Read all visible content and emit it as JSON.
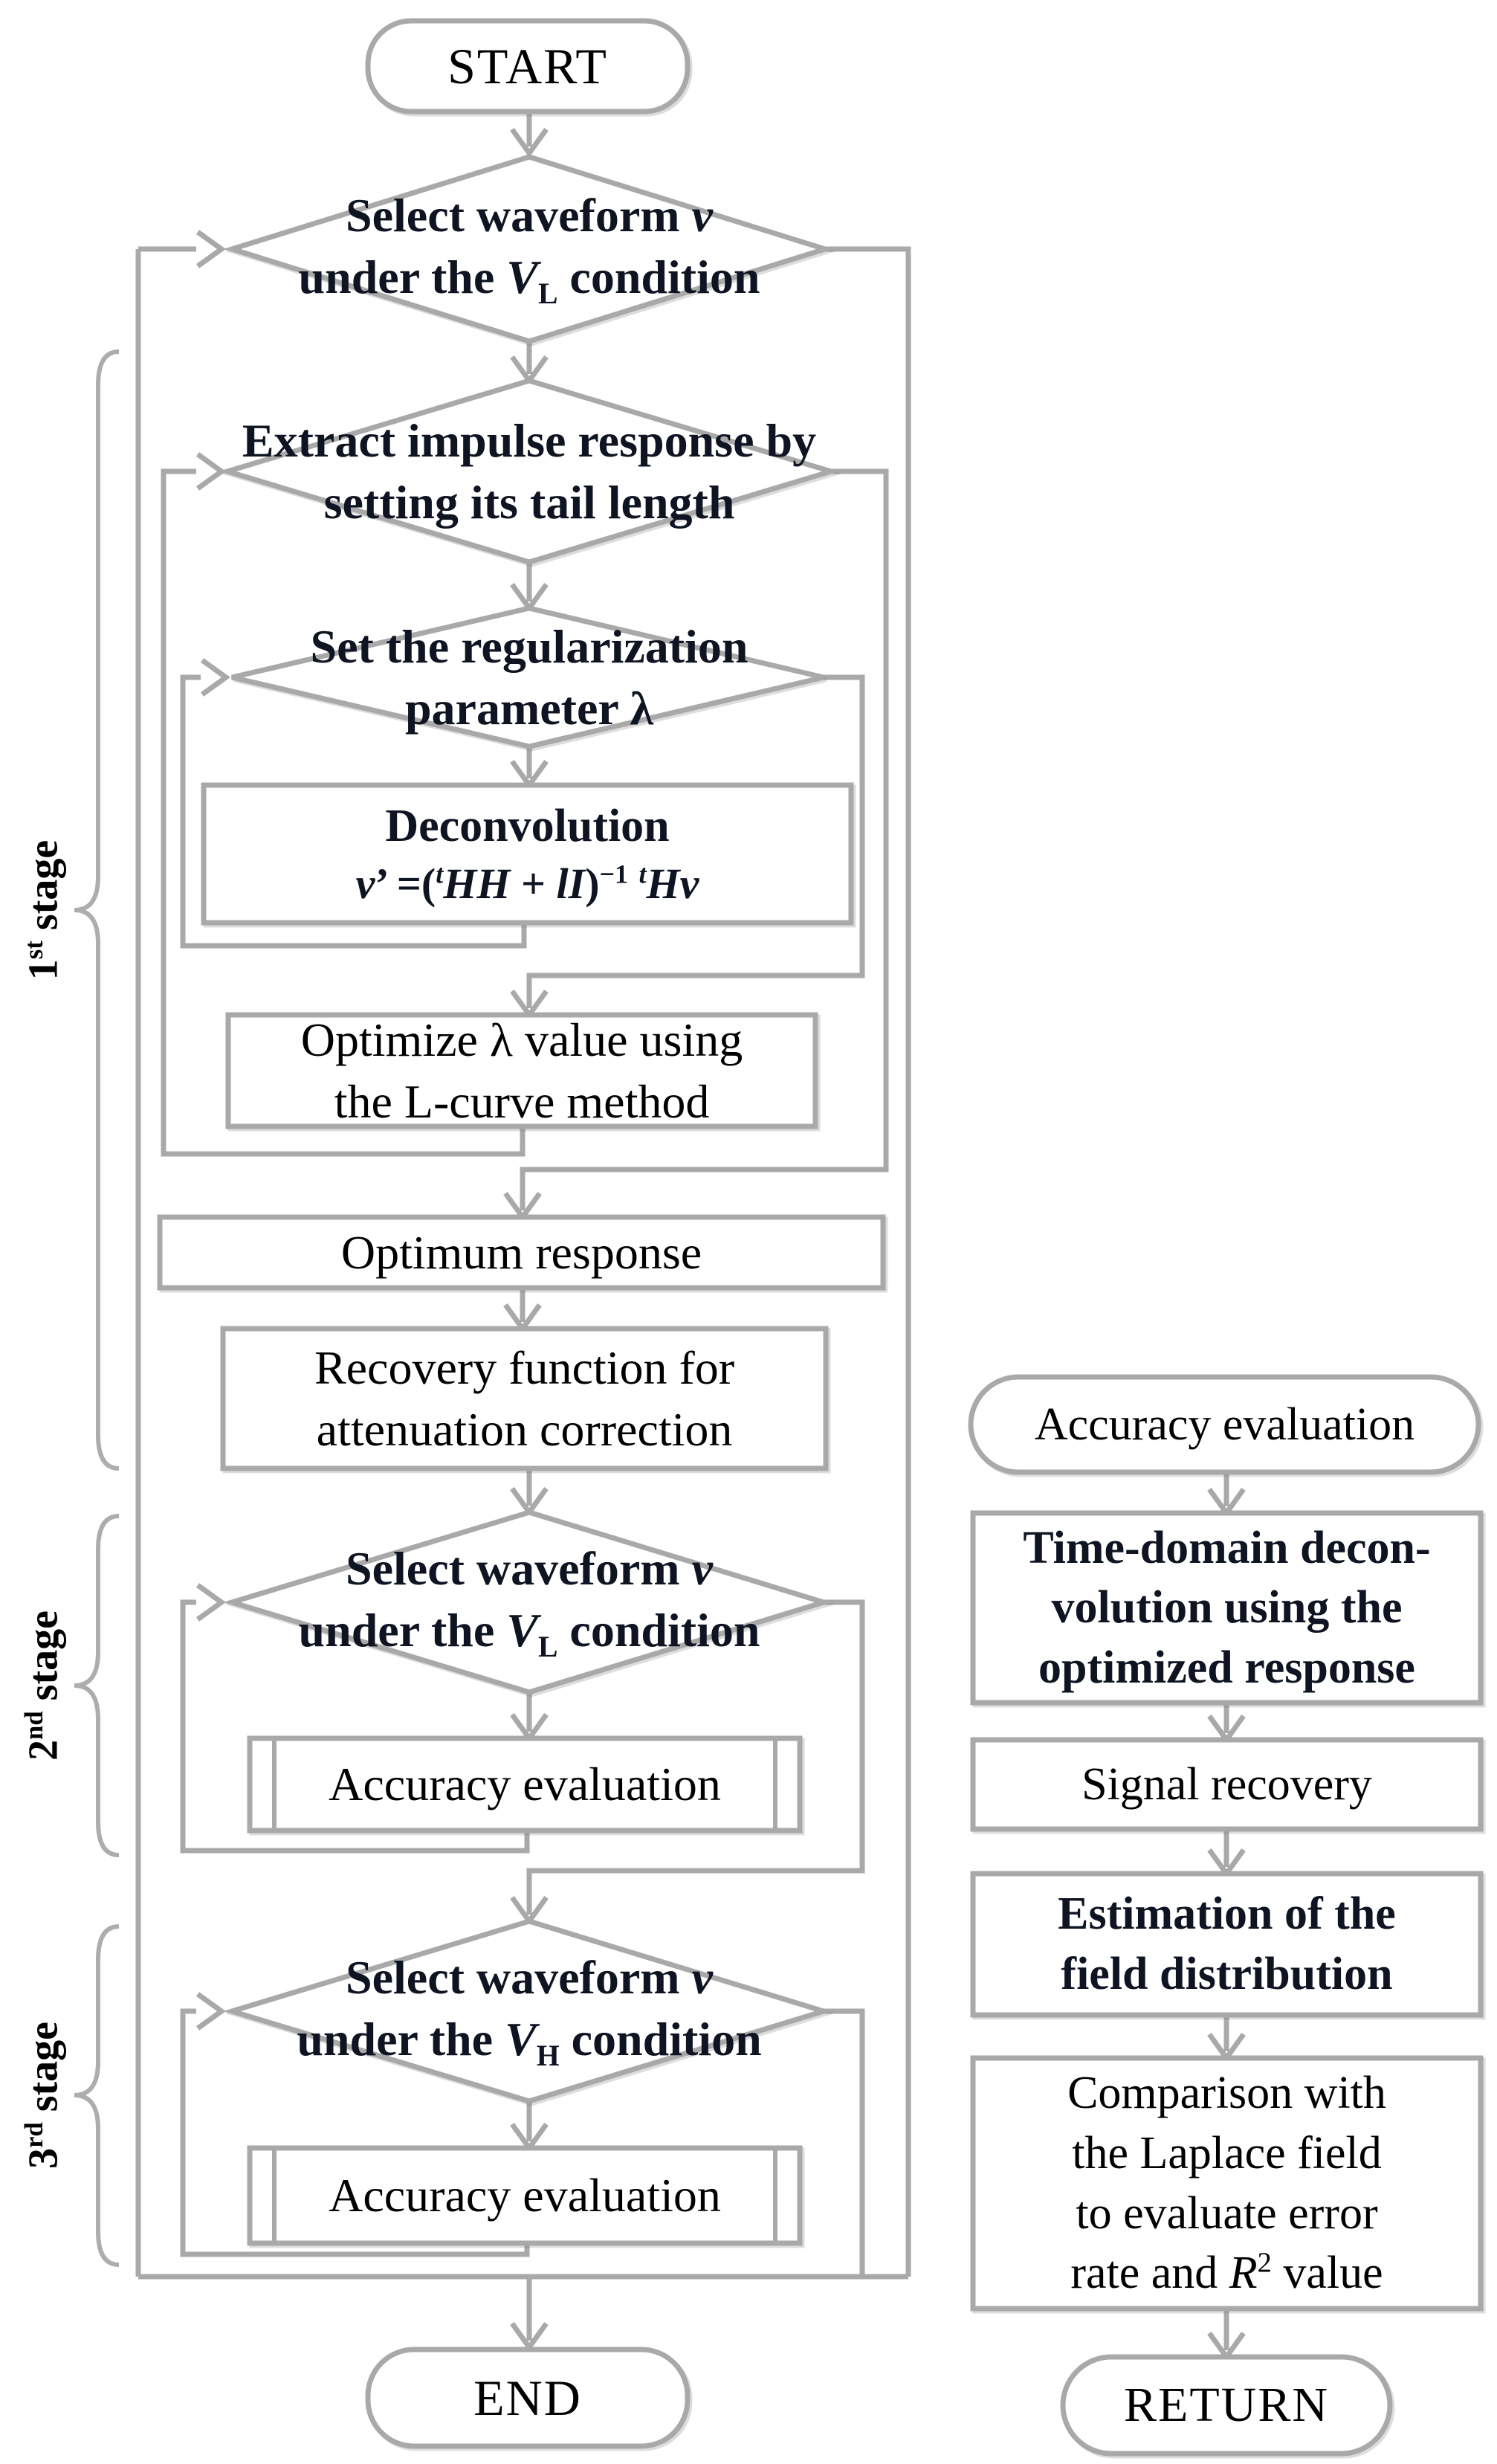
{
  "figure": {
    "type": "flowchart",
    "colors": {
      "line": "#a9a9a9",
      "text": "#000000",
      "emphasis_text": "#0e1422"
    }
  },
  "left": {
    "start": "START",
    "d_select_vl_1": {
      "l1": "Select waveform <i>v</i>",
      "l2": "under the <i>V</i><sub>L</sub> condition"
    },
    "d_extract": {
      "l1": "Extract impulse response by",
      "l2": "setting its tail length"
    },
    "d_lambda": {
      "l1": "Set the regularization",
      "l2": "parameter λ"
    },
    "deconv": {
      "l1": "Deconvolution",
      "l2": "<i>v</i>’ =(<sup><i>t</i></sup><i>HH</i> + <i>lI</i>)<sup>−1</sup> <sup><i>t</i></sup><i>Hv</i>"
    },
    "optimize": {
      "l1": "Optimize λ value using",
      "l2": "the L-curve method"
    },
    "optimum": "Optimum response",
    "recovery": {
      "l1": "Recovery function for",
      "l2": "attenuation correction"
    },
    "d_select_vl_2": {
      "l1": "Select waveform <i>v</i>",
      "l2": "under the <i>V</i><sub>L</sub> condition"
    },
    "accuracy_a": "Accuracy evaluation",
    "d_select_vh": {
      "l1": "Select waveform <i>v</i>",
      "l2": "under the <i>V</i><sub>H</sub> condition"
    },
    "accuracy_b": "Accuracy evaluation",
    "end": "END"
  },
  "stages": {
    "s1": "1<sup>st</sup> stage",
    "s2": "2<sup>nd</sup> stage",
    "s3": "3<sup>rd</sup> stage"
  },
  "right": {
    "title_oval": "Accuracy evaluation",
    "box1": {
      "l1": "Time-domain decon-",
      "l2": "volution using the",
      "l3": "optimized response"
    },
    "box2": "Signal recovery",
    "box3": {
      "l1": "Estimation of the",
      "l2": "field distribution"
    },
    "box4": {
      "l1": "Comparison with",
      "l2": "the Laplace field",
      "l3": "to evaluate error",
      "l4": "rate and <i>R</i><sup>2</sup> value"
    },
    "return": "RETURN"
  }
}
